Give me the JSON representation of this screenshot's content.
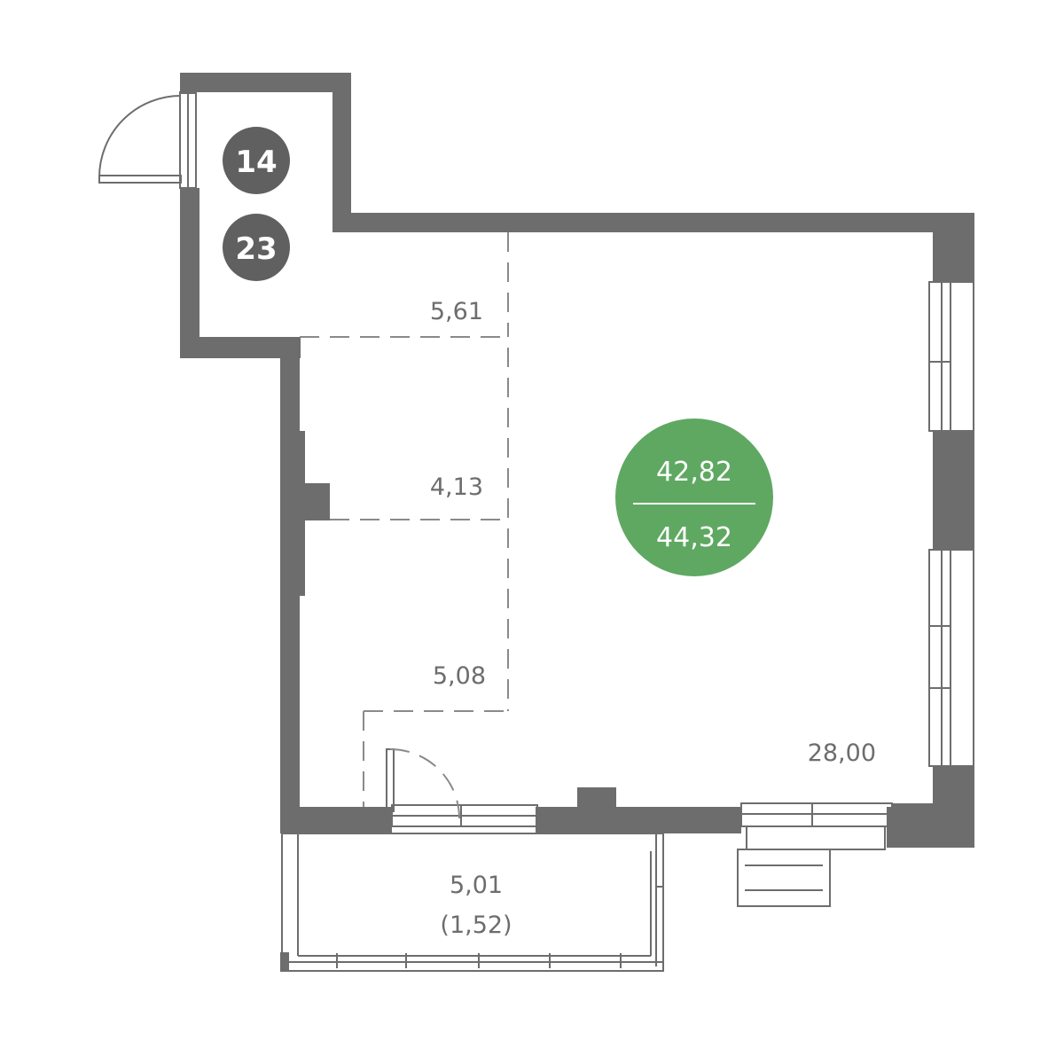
{
  "colors": {
    "wall": "#6d6d6d",
    "accent_green": "#5fa862",
    "badge_gray": "#606060",
    "text_gray": "#6d6d6d"
  },
  "badges": {
    "floor_a": "14",
    "floor_b": "23"
  },
  "totals": {
    "living_area": "42,82",
    "total_area": "44,32"
  },
  "rooms": {
    "entrance": "5,61",
    "storage": "4,13",
    "bathroom": "5,08",
    "main_room": "28,00",
    "balcony_area": "5,01",
    "balcony_reduced": "(1,52)"
  }
}
